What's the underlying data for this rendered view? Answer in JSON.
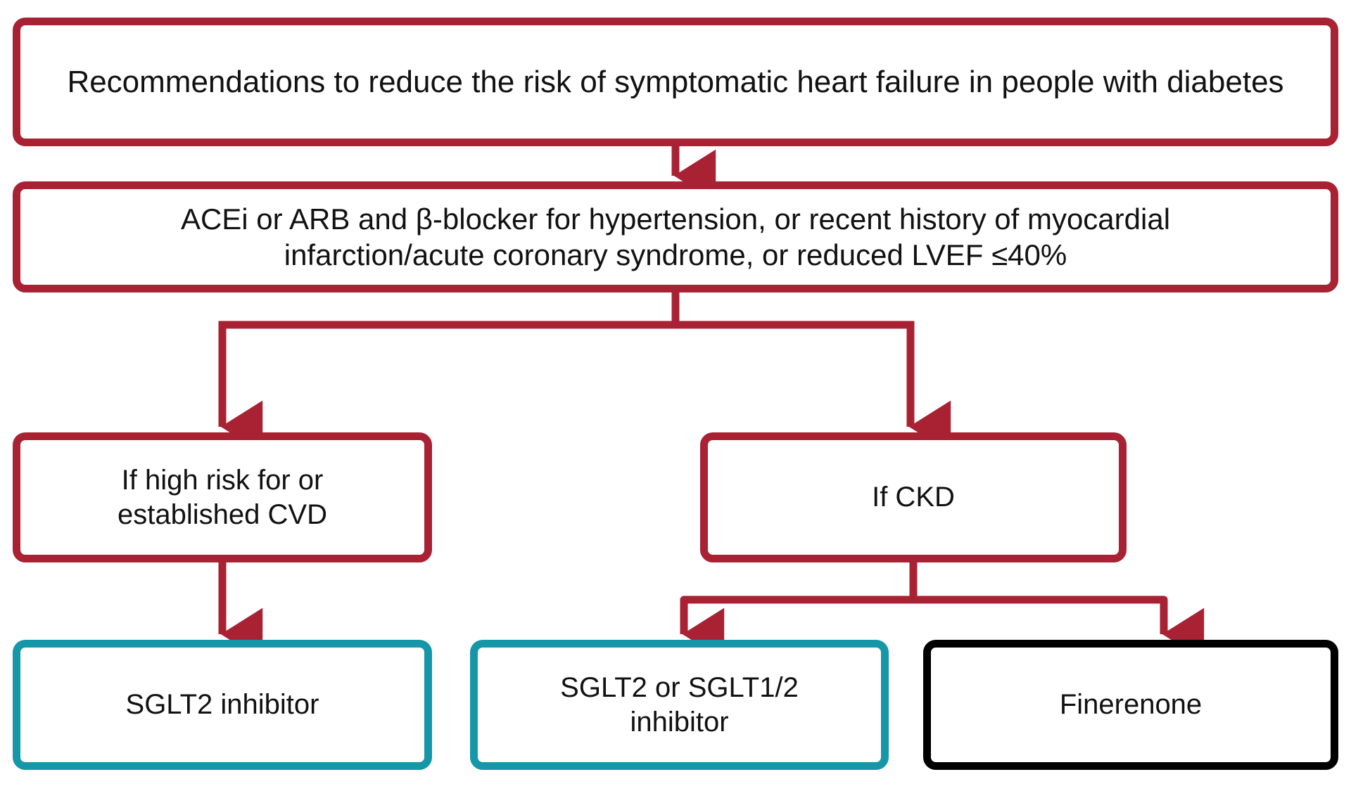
{
  "diagram": {
    "type": "flowchart",
    "title_present": false,
    "colors": {
      "red": "#A92234",
      "teal": "#1697A8",
      "black": "#000000",
      "background": "#FFFFFF",
      "text": "#111111"
    },
    "nodes": [
      {
        "id": "title",
        "label": "Recommendations to reduce the risk of symptomatic heart failure in people with diabetes",
        "border_color": "#A92234",
        "level": 1
      },
      {
        "id": "criteria",
        "label": "ACEi or ARB and β-blocker for hypertension, or recent history of myocardial\ninfarction/acute coronary syndrome, or reduced LVEF ≤40%",
        "border_color": "#A92234",
        "level": 2
      },
      {
        "id": "cvd",
        "label": "If high risk for or\nestablished CVD",
        "border_color": "#A92234",
        "level": 3
      },
      {
        "id": "ckd",
        "label": "If CKD",
        "border_color": "#A92234",
        "level": 3
      },
      {
        "id": "sglt2",
        "label": "SGLT2 inhibitor",
        "border_color": "#1697A8",
        "level": 4
      },
      {
        "id": "sglt12",
        "label": "SGLT2 or SGLT1/2\ninhibitor",
        "border_color": "#1697A8",
        "level": 4
      },
      {
        "id": "finerenone",
        "label": "Finerenone",
        "border_color": "#000000",
        "level": 4
      }
    ],
    "edges": [
      {
        "from": "title",
        "to": "criteria",
        "style": "straight-arrow",
        "color": "#A92234"
      },
      {
        "from": "criteria",
        "to": "cvd",
        "style": "elbow-arrow",
        "color": "#A92234"
      },
      {
        "from": "criteria",
        "to": "ckd",
        "style": "elbow-arrow",
        "color": "#A92234"
      },
      {
        "from": "cvd",
        "to": "sglt2",
        "style": "straight-arrow",
        "color": "#A92234"
      },
      {
        "from": "ckd",
        "to": "sglt12",
        "style": "elbow-arrow",
        "color": "#A92234"
      },
      {
        "from": "ckd",
        "to": "finerenone",
        "style": "elbow-arrow",
        "color": "#A92234"
      }
    ]
  }
}
